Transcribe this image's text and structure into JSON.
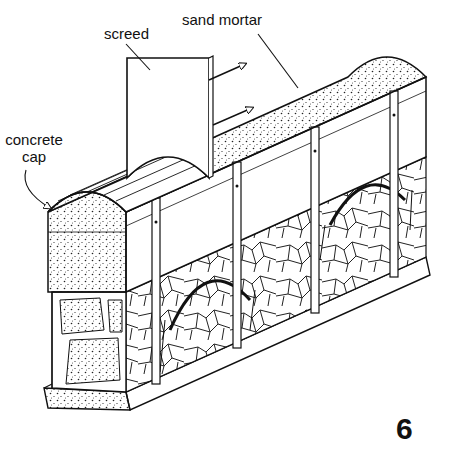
{
  "diagram": {
    "labels": [
      "sand mortar",
      "screed",
      "concrete cap",
      "6"
    ]
  }
}
